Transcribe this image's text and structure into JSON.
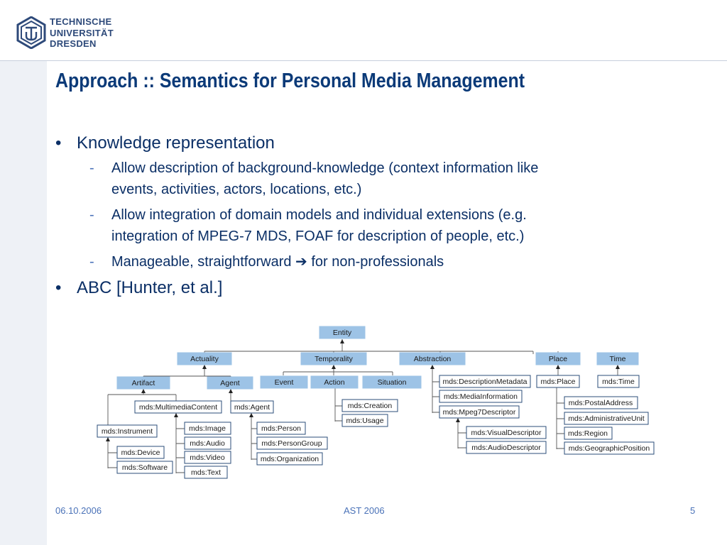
{
  "header": {
    "logo_lines": [
      "TECHNISCHE",
      "UNIVERSITÄT",
      "DRESDEN"
    ],
    "logo_icon": "tu-dresden-logo-icon"
  },
  "slide": {
    "title": "Approach :: Semantics for Personal Media Management",
    "bullets": [
      {
        "text": "Knowledge representation",
        "subs": [
          {
            "line1": "Allow description of background-knowledge (context information like",
            "line2": "events, activities, actors, locations, etc.)"
          },
          {
            "line1": "Allow integration of domain models and individual extensions (e.g.",
            "line2": "integration of MPEG-7 MDS, FOAF for description of people, etc.)"
          },
          {
            "prefix": "Manageable, straightforward",
            "arrow": "➔",
            "suffix": "for non-professionals"
          }
        ]
      },
      {
        "text": "ABC [Hunter, et al.]"
      }
    ]
  },
  "diagram": {
    "nodes": {
      "entity": "Entity",
      "actuality": "Actuality",
      "temporality": "Temporality",
      "abstraction": "Abstraction",
      "place": "Place",
      "time": "Time",
      "artifact": "Artifact",
      "agent": "Agent",
      "event": "Event",
      "action": "Action",
      "situation": "Situation",
      "mds_description_metadata": "mds:DescriptionMetadata",
      "mds_media_information": "mds:MediaInformation",
      "mds_mpeg7_descriptor": "mds:Mpeg7Descriptor",
      "mds_visual_descriptor": "mds:VisualDescriptor",
      "mds_audio_descriptor": "mds:AudioDescriptor",
      "mds_place": "mds:Place",
      "mds_time": "mds:Time",
      "mds_postal_address": "mds:PostalAddress",
      "mds_administrative_unit": "mds:AdministrativeUnit",
      "mds_region": "mds:Region",
      "mds_geographic_position": "mds:GeographicPosition",
      "mds_multimedia_content": "mds:MultimediaContent",
      "mds_agent": "mds:Agent",
      "mds_instrument": "mds:Instrument",
      "mds_device": "mds:Device",
      "mds_software": "mds:Software",
      "mds_image": "mds:Image",
      "mds_audio": "mds:Audio",
      "mds_video": "mds:Video",
      "mds_text": "mds:Text",
      "mds_person": "mds:Person",
      "mds_person_group": "mds:PersonGroup",
      "mds_organization": "mds:Organization",
      "mds_creation": "mds:Creation",
      "mds_usage": "mds:Usage"
    }
  },
  "footer": {
    "date": "06.10.2006",
    "event": "AST 2006",
    "page": "5"
  }
}
